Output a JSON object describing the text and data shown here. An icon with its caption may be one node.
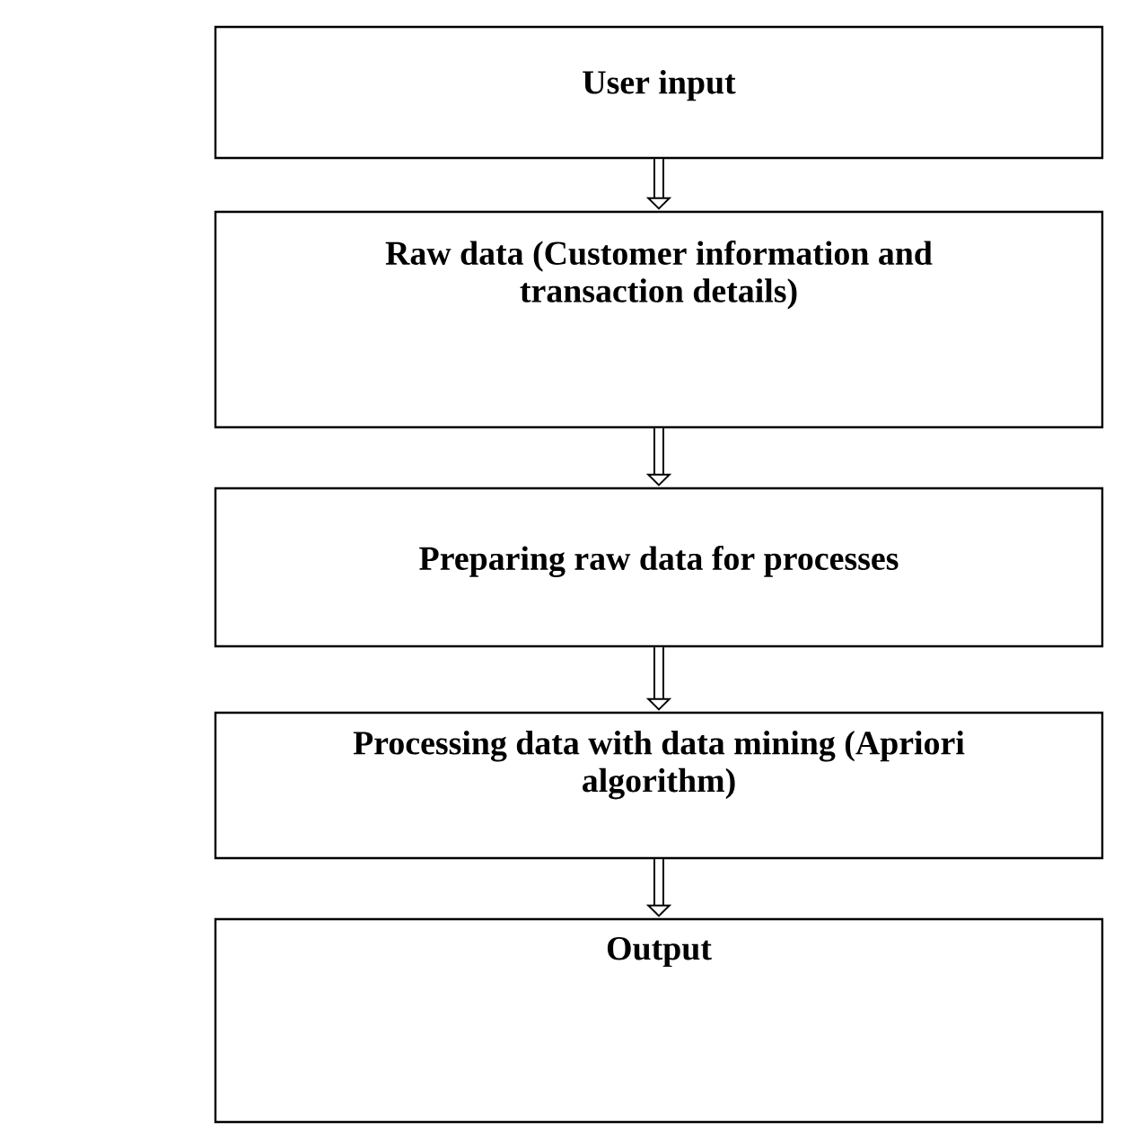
{
  "diagram": {
    "nodes": [
      {
        "text": [
          "User input"
        ]
      },
      {
        "text": [
          "Raw data (Customer information and transaction details)"
        ]
      },
      {
        "text": [
          "Preparing raw data for processes"
        ]
      },
      {
        "text": [
          "Processing data with data mining (Apriori algorithm)"
        ]
      },
      {
        "text": [
          "Output"
        ]
      }
    ],
    "edges": [
      {
        "from": 0,
        "to": 1,
        "arrow": "to"
      },
      {
        "from": 1,
        "to": 2,
        "arrow": "to"
      },
      {
        "from": 2,
        "to": 3,
        "arrow": "to"
      },
      {
        "from": 3,
        "to": 4,
        "arrow": "to"
      }
    ]
  }
}
